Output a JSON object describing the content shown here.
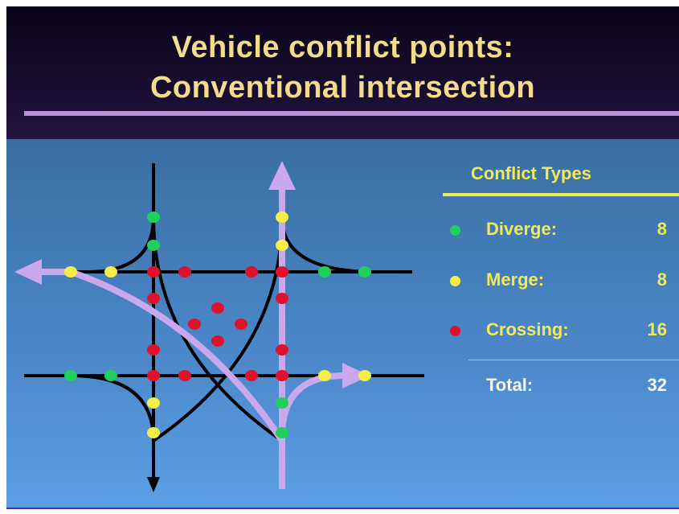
{
  "title_line1": "Vehicle conflict points:",
  "title_line2": "Conventional intersection",
  "legend": {
    "heading": "Conflict Types",
    "rows": [
      {
        "label": "Diverge:",
        "value": "8",
        "color": "#1fd15a"
      },
      {
        "label": "Merge:",
        "value": "8",
        "color": "#f4ee47"
      },
      {
        "label": "Crossing:",
        "value": "16",
        "color": "#e0122b"
      }
    ],
    "total_label": "Total:",
    "total_value": "32"
  },
  "colors": {
    "diverge": "#1fd15a",
    "merge": "#f4ee47",
    "crossing": "#e0122b",
    "highlight_path": "#c9a8ee",
    "road": "#000000"
  }
}
